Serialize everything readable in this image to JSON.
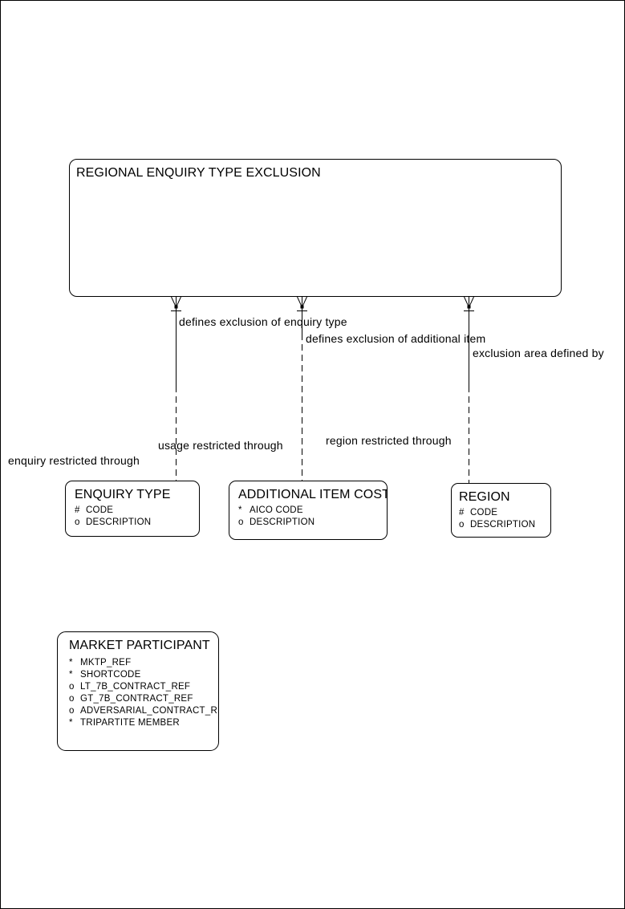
{
  "colors": {
    "background": "#ffffff",
    "foreground": "#000000"
  },
  "entities": {
    "regional_enquiry_type_exclusion": {
      "title": "REGIONAL ENQUIRY TYPE EXCLUSION",
      "attributes": []
    },
    "enquiry_type": {
      "title": "ENQUIRY TYPE",
      "attributes": [
        {
          "prefix": "#",
          "name": "CODE"
        },
        {
          "prefix": "o",
          "name": "DESCRIPTION"
        }
      ]
    },
    "additional_item_cost": {
      "title": "ADDITIONAL ITEM COST",
      "attributes": [
        {
          "prefix": "*",
          "name": "AICO CODE"
        },
        {
          "prefix": "o",
          "name": "DESCRIPTION"
        }
      ]
    },
    "region": {
      "title": "REGION",
      "attributes": [
        {
          "prefix": "#",
          "name": "CODE"
        },
        {
          "prefix": "o",
          "name": "DESCRIPTION"
        }
      ]
    },
    "market_participant": {
      "title": "MARKET PARTICIPANT",
      "attributes": [
        {
          "prefix": "*",
          "name": "MKTP_REF"
        },
        {
          "prefix": "*",
          "name": "SHORTCODE"
        },
        {
          "prefix": "o",
          "name": "LT_7B_CONTRACT_REF"
        },
        {
          "prefix": "o",
          "name": "GT_7B_CONTRACT_REF"
        },
        {
          "prefix": "o",
          "name": "ADVERSARIAL_CONTRACT_REF"
        },
        {
          "prefix": "*",
          "name": "TRIPARTITE MEMBER"
        }
      ]
    }
  },
  "relationships": {
    "defines_exclusion_of_enquiry_type": "defines exclusion of enquiry type",
    "defines_exclusion_of_additional_item": "defines exclusion of additional item",
    "exclusion_area_defined_by": "exclusion area defined by",
    "usage_restricted_through": "usage restricted through",
    "region_restricted_through": "region restricted through",
    "enquiry_restricted_through": "enquiry restricted through"
  }
}
